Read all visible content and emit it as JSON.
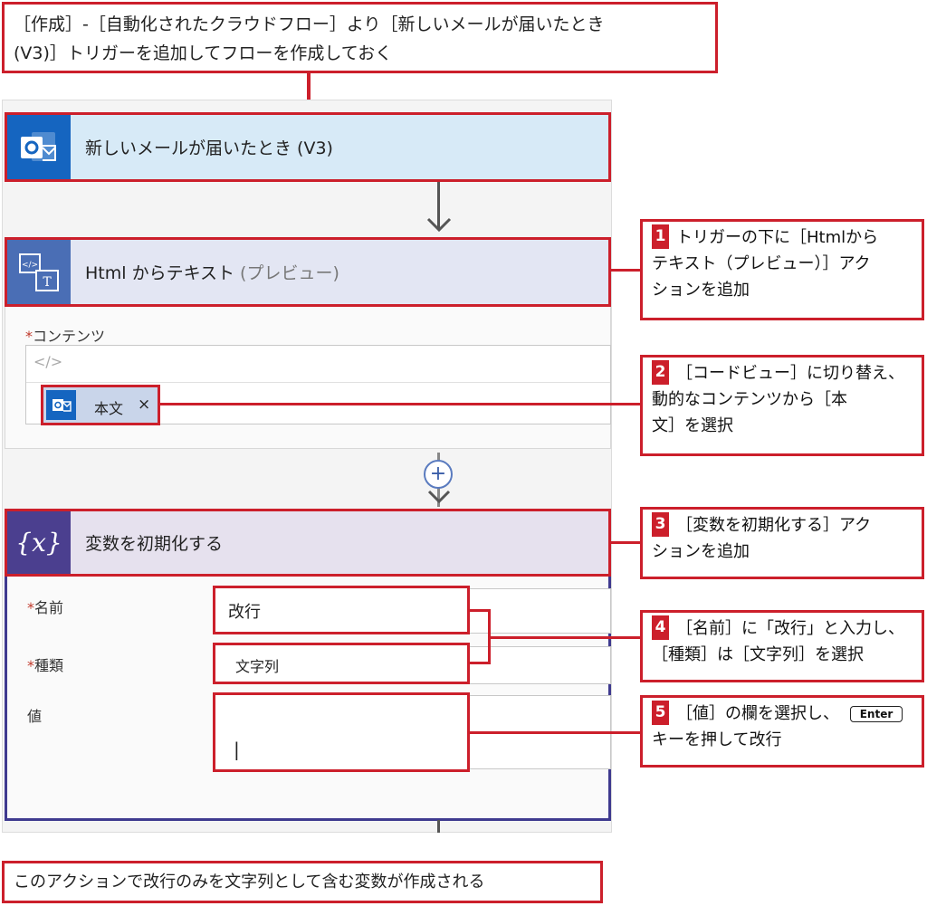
{
  "top_note": {
    "line1": "［作成］-［自動化されたクラウドフロー］より［新しいメールが届いたとき",
    "line2": "(V3)］トリガーを追加してフローを作成しておく"
  },
  "trigger": {
    "title": "新しいメールが届いたとき (V3)"
  },
  "html_action": {
    "title": "Html からテキスト",
    "title_suffix": "(プレビュー)",
    "content_label": "コンテンツ",
    "code_toggle": "</>",
    "token_label": "本文",
    "token_close": "×"
  },
  "add_step": {
    "icon": "+"
  },
  "variable_action": {
    "title": "変数を初期化する",
    "icon_text": "{x}",
    "name_label": "名前",
    "name_value": "改行",
    "type_label": "種類",
    "type_value": "文字列",
    "value_label": "値",
    "value_cursor": "|"
  },
  "callouts": {
    "c1": {
      "num": "1",
      "l1": "トリガーの下に［Htmlから",
      "l2": "テキスト（プレビュー）］アク",
      "l3": "ションを追加"
    },
    "c2": {
      "num": "2",
      "l1": "［コードビュー］に切り替え、",
      "l2": "動的なコンテンツから［本",
      "l3": "文］を選択"
    },
    "c3": {
      "num": "3",
      "l1": "［変数を初期化する］アク",
      "l2": "ションを追加"
    },
    "c4": {
      "num": "4",
      "l1": "［名前］に「改行」と入力し、",
      "l2": "［種類］は［文字列］を選択"
    },
    "c5": {
      "num": "5",
      "l1": "［値］の欄を選択し、",
      "key": "Enter",
      "l2": "キーを押して改行"
    }
  },
  "bottom_note": "このアクションで改行のみを文字列として含む変数が作成される",
  "colors": {
    "accent_red": "#cc1f2b",
    "outlook_blue": "#1565c0",
    "trigger_bg": "#d7eaf7",
    "html_bg": "#e3e6f3",
    "variable_bg": "#e6e1ee",
    "variable_icon_bg": "#4b3f8f"
  }
}
